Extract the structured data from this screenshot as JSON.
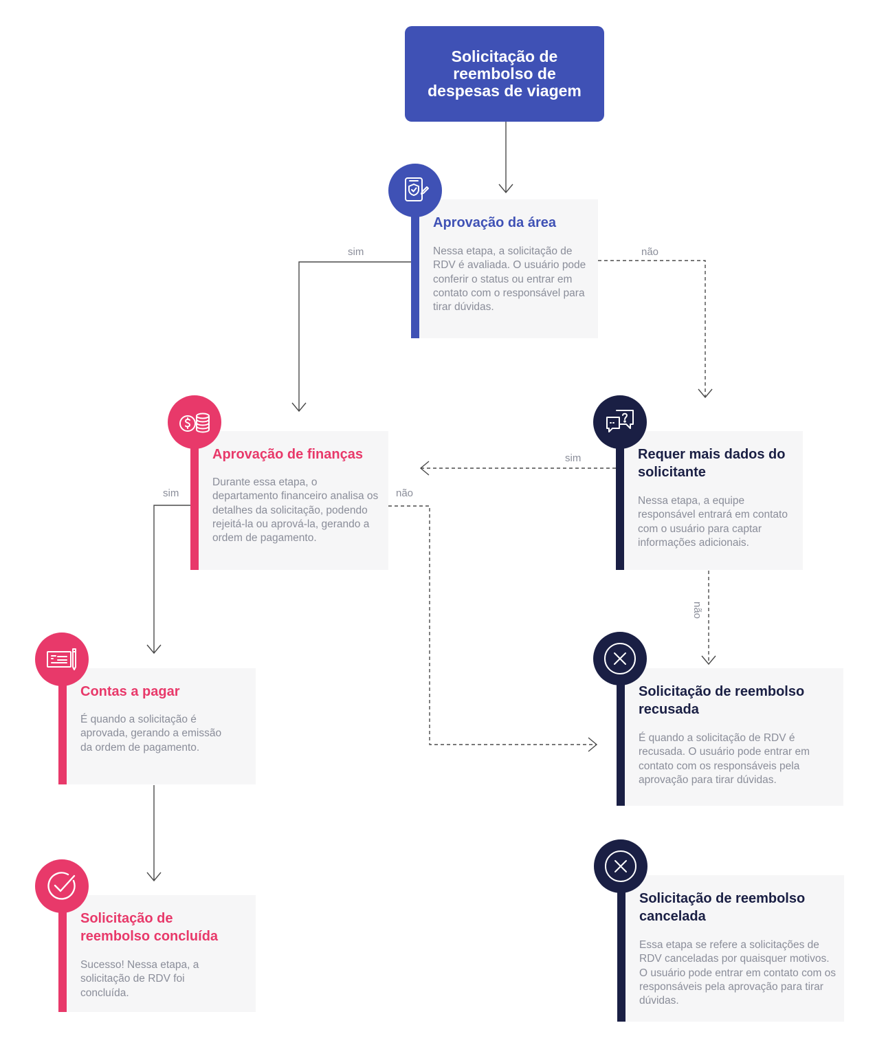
{
  "start": {
    "title": "Solicitação de reembolso de despesas de viagem"
  },
  "nodes": {
    "area": {
      "title": "Aprovação da área",
      "desc": "Nessa etapa, a solicitação de RDV é avaliada. O usuário pode conferir o status ou entrar em contato com o responsável para tirar dúvidas.",
      "icon": "document-check-icon",
      "color": "#3f51b5"
    },
    "financas": {
      "title": "Aprovação de finanças",
      "desc": "Durante essa etapa, o departamento financeiro analisa os detalhes da solicitação, podendo rejeitá-la ou aprová-la, gerando a ordem de pagamento.",
      "icon": "coins-icon",
      "color": "#e8396a"
    },
    "dados": {
      "title": "Requer mais dados do solicitante",
      "desc": "Nessa etapa, a equipe responsável entrará em contato com o usuário para captar informações adicionais.",
      "icon": "chat-question-icon",
      "color": "#1a1f44"
    },
    "contas": {
      "title": "Contas a pagar",
      "desc": "É quando a solicitação é aprovada, gerando a emissão da ordem de pagamento.",
      "icon": "check-payment-icon",
      "color": "#e8396a"
    },
    "recusada": {
      "title": "Solicitação de reembolso recusada",
      "desc": "É quando a solicitação de RDV é recusada. O usuário pode entrar em contato com os responsáveis pela aprovação para tirar dúvidas.",
      "icon": "x-circle-icon",
      "color": "#1a1f44"
    },
    "concluida": {
      "title": "Solicitação de reembolso concluída",
      "desc": "Sucesso! Nessa etapa, a solicitação de RDV foi concluída.",
      "icon": "check-circle-icon",
      "color": "#e8396a"
    },
    "cancelada": {
      "title": "Solicitação de reembolso cancelada",
      "desc": "Essa etapa se refere a solicitações de RDV canceladas por quaisquer motivos. O usuário pode entrar em contato com os responsáveis pela aprovação para tirar dúvidas.",
      "icon": "x-circle-icon",
      "color": "#1a1f44"
    }
  },
  "edge_labels": {
    "area_sim": "sim",
    "area_nao": "não",
    "dados_sim": "sim",
    "financas_sim": "sim",
    "financas_nao": "não",
    "dados_nao": "não"
  }
}
